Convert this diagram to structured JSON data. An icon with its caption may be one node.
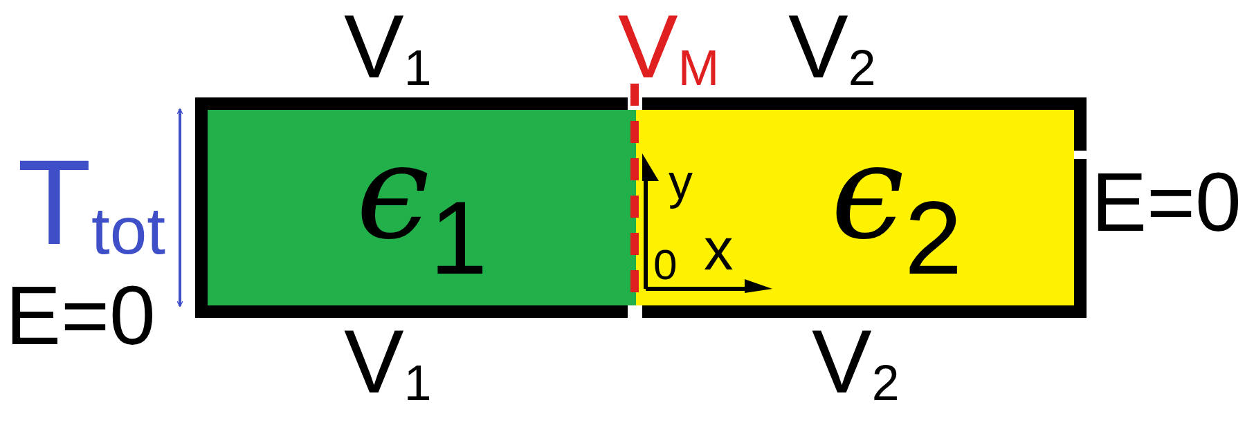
{
  "diagram": {
    "nodes": [
      {
        "text": [
          "ϵ$_{1}$"
        ]
      },
      {
        "text": [
          "ϵ$_{2}$"
        ]
      }
    ],
    "edges": [],
    "labels": [
      "V$_{1}$",
      "V$_{M}$",
      "V$_{2}$",
      "T$_{tot}$",
      "y",
      "E=0",
      "0",
      "x",
      "E=0",
      "V$_{1}$",
      "V$_{2}$"
    ]
  }
}
